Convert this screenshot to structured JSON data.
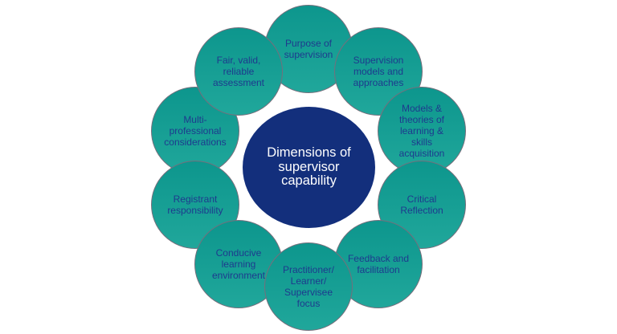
{
  "diagram_title": "Dimensions of supervisor capability",
  "hub": {
    "label": "Dimensions of\nsupervisor\ncapability"
  },
  "ring": {
    "items": [
      {
        "id": "purpose-of-supervision",
        "label": "Purpose of\nsupervision"
      },
      {
        "id": "supervision-models-and-approaches",
        "label": "Supervision\nmodels and\napproaches"
      },
      {
        "id": "models-theories-learning-skills",
        "label": "Models &\ntheories of\nlearning &\nskills\nacquisition"
      },
      {
        "id": "critical-reflection",
        "label": "Critical\nReflection"
      },
      {
        "id": "feedback-and-facilitation",
        "label": "Feedback and\nfacilitation"
      },
      {
        "id": "practitioner-learner-supervisee",
        "label": "Practitioner/\nLearner/\nSupervisee\nfocus"
      },
      {
        "id": "conducive-learning-environment",
        "label": "Conducive\nlearning\nenvironment"
      },
      {
        "id": "registrant-responsibility",
        "label": "Registrant\nresponsibility"
      },
      {
        "id": "multi-professional-considerations",
        "label": "Multi-\nprofessional\nconsiderations"
      },
      {
        "id": "fair-valid-reliable-assessment",
        "label": "Fair, valid,\nreliable\nassessment"
      }
    ]
  },
  "colors": {
    "teal_top": "#0d968d",
    "teal_bottom": "#20a79b",
    "bubble_border": "#756f7c",
    "hub_fill": "#132f7c",
    "label_text": "#1e3a8e",
    "hub_text": "#ffffff",
    "page_bg": "#ffffff"
  }
}
